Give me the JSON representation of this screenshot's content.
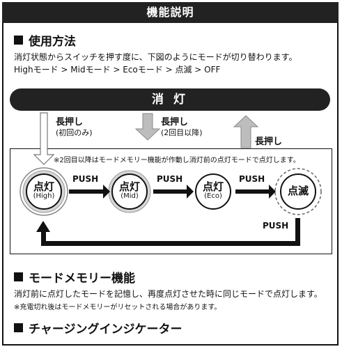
{
  "header": {
    "title": "機能説明"
  },
  "usage": {
    "heading": "使用方法",
    "line1": "消灯状態からスイッチを押す度に、下図のようにモードが切り替わります。",
    "line2": "Highモード > Midモード > Ecoモード > 点滅  > OFF"
  },
  "diagram": {
    "off_label": "消 灯",
    "long_press_1": "長押し",
    "long_press_1_sub": "(初回のみ)",
    "long_press_2": "長押し",
    "long_press_2_sub": "(2回目以降)",
    "long_press_3": "長押し",
    "note": "※2回目以降はモードメモリー機能が作動し消灯前の点灯モードで点灯します。",
    "push_label": "PUSH",
    "modes": [
      {
        "title": "点灯",
        "sub": "(High)"
      },
      {
        "title": "点灯",
        "sub": "(Mid)"
      },
      {
        "title": "点灯",
        "sub": "(Eco)"
      },
      {
        "title": "点滅",
        "sub": ""
      }
    ],
    "colors": {
      "dark": "#222222",
      "arrow_gray": "#bdbdbd",
      "circle_gray": "#d6d6d6"
    }
  },
  "memory": {
    "heading": "モードメモリー機能",
    "line1": "消灯前に点灯したモードを記憶し、再度点灯させた時に同じモードで点灯します。",
    "note": "※充電切れ後はモードメモリーがリセットされる場合があります。"
  },
  "charge": {
    "heading": "チャージングインジケーター"
  }
}
